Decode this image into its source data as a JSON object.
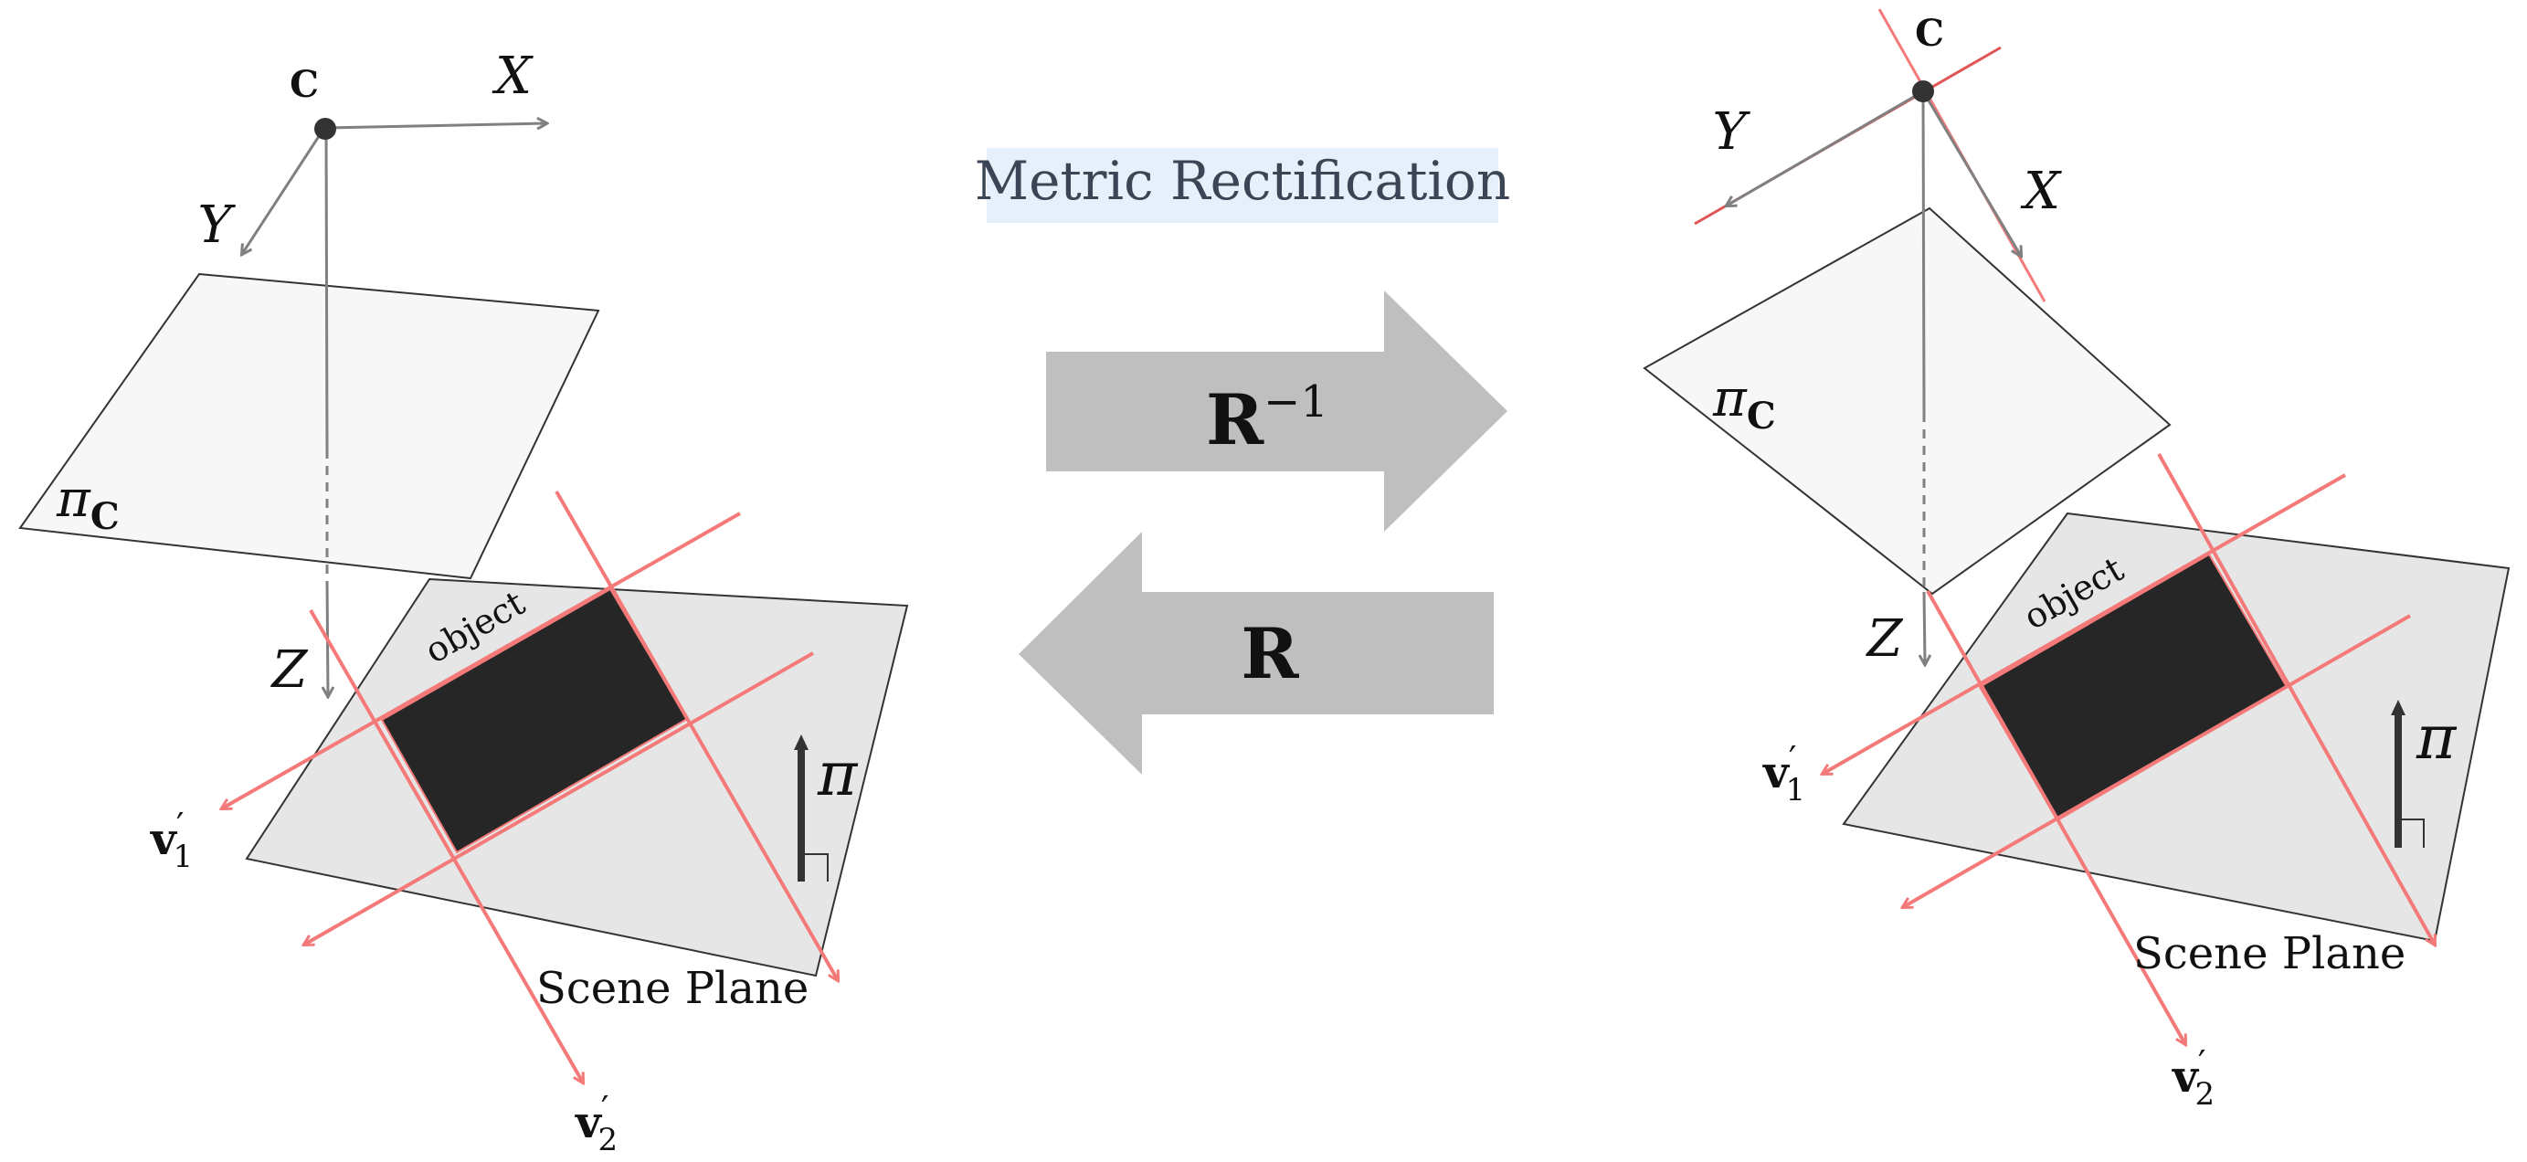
{
  "title": "Metric Rectification",
  "arrows": {
    "forward_label": "R",
    "forward_exp": "−1",
    "backward_label": "R"
  },
  "left": {
    "camera_label": "C",
    "axis_x": "X",
    "axis_y": "Y",
    "axis_z": "Z",
    "image_plane_pi": "π",
    "image_plane_sub": "C",
    "object_label": "object",
    "scene_plane_label": "Scene Plane",
    "normal_label": "π",
    "v1": "v",
    "v1_prime": "′",
    "v1_sub": "1",
    "v2": "v",
    "v2_prime": "′",
    "v2_sub": "2"
  },
  "right": {
    "camera_label": "C",
    "axis_x": "X",
    "axis_y": "Y",
    "axis_z": "Z",
    "image_plane_pi": "π",
    "image_plane_sub": "C",
    "object_label": "object",
    "scene_plane_label": "Scene Plane",
    "normal_label": "π",
    "v1": "v",
    "v1_prime": "′",
    "v1_sub": "1",
    "v2": "v",
    "v2_prime": "′",
    "v2_sub": "2"
  },
  "colors": {
    "red_line": "#f47a7a",
    "object_fill": "#262626",
    "scene_plane_fill": "#e6e6e6",
    "image_plane_fill": "#f7f7f7",
    "big_arrow": "#bfbfbf",
    "axis_gray": "#808080",
    "title_bg": "#e6f0fa",
    "title_text": "#3a4656"
  }
}
